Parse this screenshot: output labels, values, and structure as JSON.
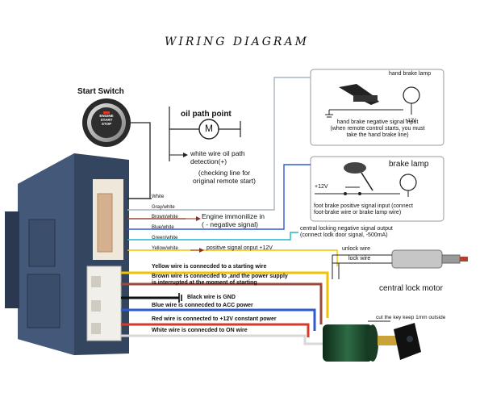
{
  "title": "WIRING DIAGRAM",
  "start_switch": {
    "label": "Start Switch",
    "button_text": [
      "ENGINE",
      "START",
      "STOP"
    ]
  },
  "oil_path": {
    "label": "oil path point",
    "motor_symbol": "M",
    "detection_lines": [
      "white wire oil path",
      "detection(+)"
    ],
    "checking_lines": [
      "(checking line for",
      "original remote start)"
    ]
  },
  "hand_brake": {
    "label": "hand brake lamp",
    "voltage": "+12V",
    "note_lines": [
      "hand brake negative signal input",
      "(when remote control starts, you must",
      "take the hand brake line)"
    ]
  },
  "foot_brake": {
    "label": "brake lamp",
    "voltage": "+12V",
    "note_lines": [
      "foot brake positive signal input (connect",
      "foot-brake wire or brake lamp wire)"
    ]
  },
  "harness_wires": [
    "White",
    "Gray/white",
    "Brown/white",
    "Blue/white",
    "Green/white",
    "Yellow/white"
  ],
  "harness_notes": {
    "immobilizer": [
      "Engine immonilize in",
      "( - negative signal)"
    ],
    "positive_output": "positive signal onput +12V",
    "central_locking": [
      "central locking negative signal output",
      "(connect lodk door signal, -500mA)"
    ]
  },
  "central_lock": {
    "unlock_wire": "unlock wire",
    "lock_wire": "lock wire",
    "motor_label": "central lock motor"
  },
  "power_wires": [
    "Yellow wire is connecded to a starting wire",
    "Brown wire is connecded to ,and the power supply",
    "is interrupted at the moment of starting",
    "Black wire is GND",
    "Blue wire is connecded to ACC power",
    "Red wire is connected to +12V constant power",
    "White wire is connecded to ON wire"
  ],
  "key_note": "cut the key keep 1mm outside",
  "colors": {
    "module_body": "#2e3f58",
    "white_wire": "#d8d8d8",
    "gray_wire": "#a9b3c3",
    "brown_wire": "#9a4a3a",
    "blue_wire": "#2f5bd1",
    "green_wire": "#1fb7c9",
    "yellow_wire": "#f2c200",
    "red_wire": "#d63a2a",
    "black_wire": "#111111",
    "note_arrow": "#8e2f24"
  }
}
